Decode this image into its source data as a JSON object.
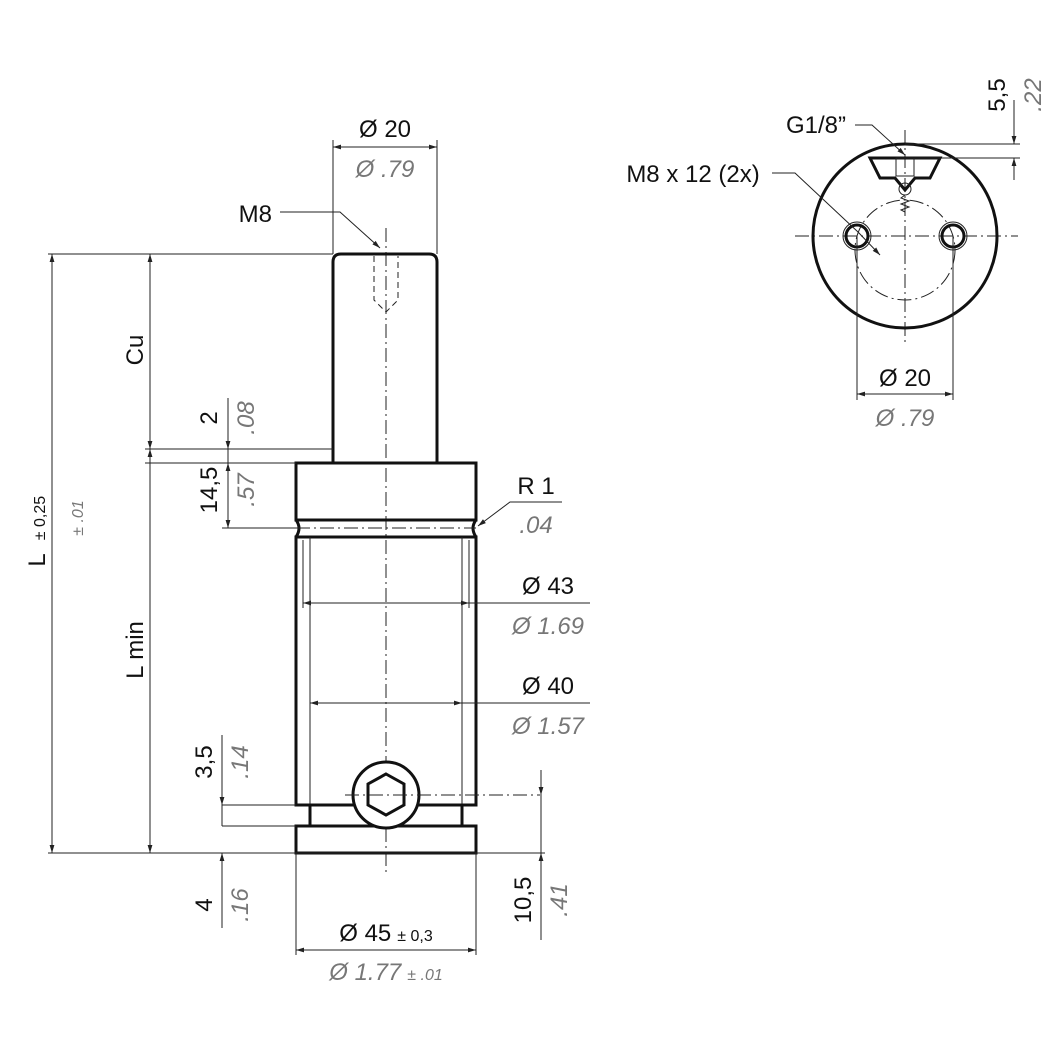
{
  "side_view": {
    "rod_diameter": {
      "metric": "Ø 20",
      "inch": "Ø .79"
    },
    "thread": "M8",
    "length_total": {
      "label": "L",
      "tol_metric": "± 0,25",
      "tol_inch": "± .01"
    },
    "stroke": "Cu",
    "lmin": "L min",
    "dim_2": {
      "metric": "2",
      "inch": ".08"
    },
    "dim_14_5": {
      "metric": "14,5",
      "inch": ".57"
    },
    "radius": {
      "metric": "R 1",
      "inch": ".04"
    },
    "dia_43": {
      "metric": "Ø 43",
      "inch": "Ø 1.69"
    },
    "dia_40": {
      "metric": "Ø 40",
      "inch": "Ø 1.57"
    },
    "dim_3_5": {
      "metric": "3,5",
      "inch": ".14"
    },
    "dim_4": {
      "metric": "4",
      "inch": ".16"
    },
    "dim_10_5": {
      "metric": "10,5",
      "inch": ".41"
    },
    "dia_45": {
      "metric": "Ø 45",
      "tol_metric": "± 0,3",
      "inch": "Ø 1.77",
      "tol_inch": "± .01"
    }
  },
  "top_view": {
    "port": "G1/8”",
    "mount_threads": "M8 x 12 (2x)",
    "dim_5_5": {
      "metric": "5,5",
      "inch": ".22"
    },
    "hole_spacing": {
      "metric": "Ø 20",
      "inch": "Ø .79"
    }
  }
}
